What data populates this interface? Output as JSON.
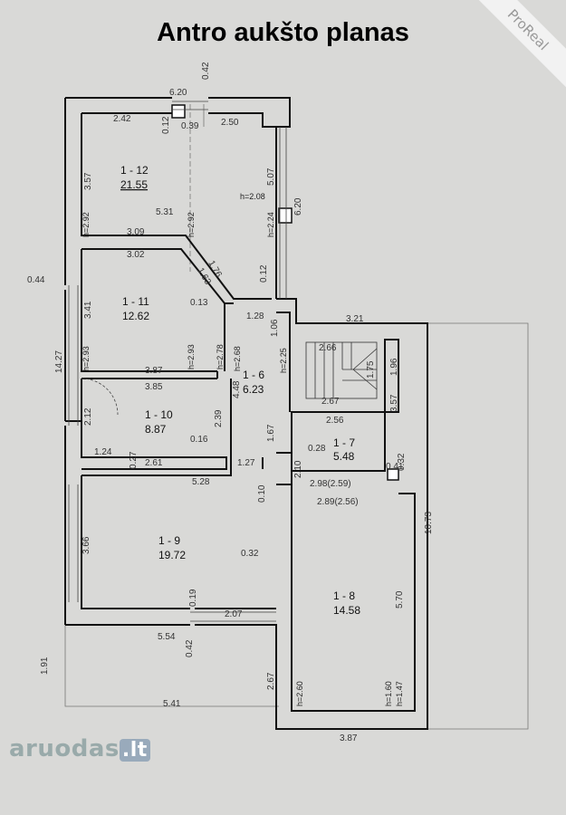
{
  "title": "Antro aukšto planas",
  "watermark": {
    "site": "aruodas",
    "site_tld": ".lt",
    "banner": "ProReal"
  },
  "rooms": [
    {
      "id": "1 - 12",
      "area": "21.55"
    },
    {
      "id": "1 - 11",
      "area": "12.62"
    },
    {
      "id": "1 - 10",
      "area": "8.87"
    },
    {
      "id": "1 - 9",
      "area": "19.72"
    },
    {
      "id": "1 - 6",
      "area": "6.23"
    },
    {
      "id": "1 - 7",
      "area": "5.48"
    },
    {
      "id": "1 - 8",
      "area": "14.58"
    }
  ],
  "heights": [
    "h=2.08",
    "h=2.24",
    "h=2.92",
    "h=2.92",
    "h=2.93",
    "h=2.93",
    "h=2.78",
    "h=2.68",
    "h=2.25",
    "h=2.60",
    "h=1.60",
    "h=1.47"
  ],
  "dimensions": [
    "6.20",
    "0.42",
    "2.42",
    "0.12",
    "0.39",
    "2.50",
    "3.57",
    "5.07",
    "5.31",
    "6.20",
    "3.09",
    "3.02",
    "1.63",
    "1.76",
    "0.12",
    "0.44",
    "3.41",
    "0.13",
    "1.28",
    "3.21",
    "1.06",
    "2.66",
    "14.27",
    "3.87",
    "3.85",
    "4.48",
    "1.75",
    "1.96",
    "3.57",
    "2.12",
    "2.67",
    "2.39",
    "2.56",
    "0.16",
    "1.67",
    "1.24",
    "0.27",
    "2.61",
    "0.28",
    "0.32",
    "1.27",
    "2.10",
    "0.41",
    "5.28",
    "2.98(2.59)",
    "0.10",
    "2.89(2.56)",
    "3.66",
    "10.73",
    "0.32",
    "5.70",
    "0.19",
    "2.07",
    "5.54",
    "0.42",
    "1.91",
    "2.67",
    "5.41",
    "3.87"
  ]
}
